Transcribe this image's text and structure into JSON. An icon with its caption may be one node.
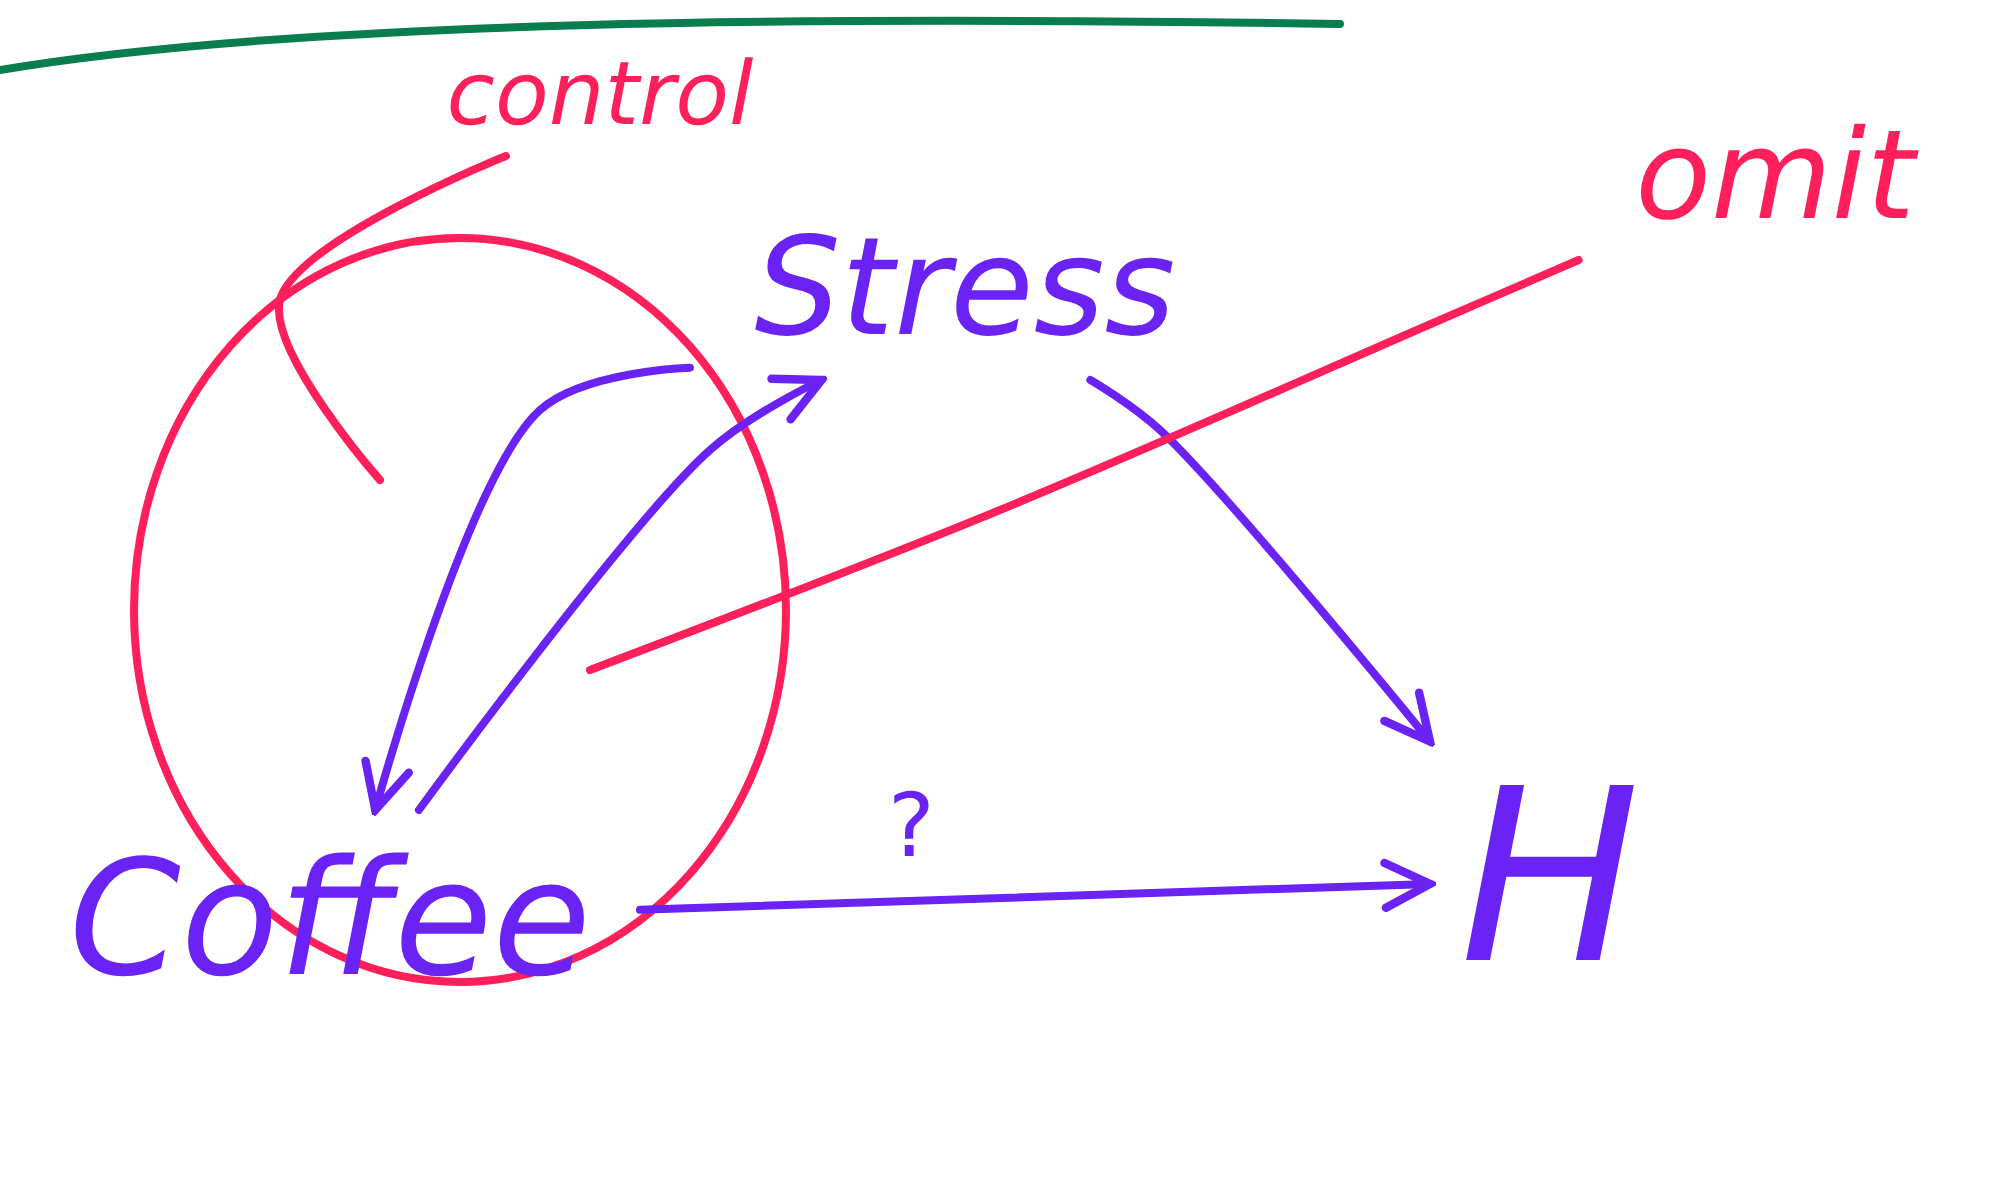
{
  "diagram": {
    "nodes": [
      {
        "text": [
          "control"
        ]
      },
      {
        "text": [
          "Stress"
        ]
      },
      {
        "text": [
          "omit"
        ]
      },
      {
        "text": [
          "Coffee"
        ]
      },
      {
        "text": [
          "H"
        ]
      }
    ],
    "edges": [
      {
        "from": 1,
        "to": 3,
        "arrow": "to"
      },
      {
        "from": 3,
        "to": 1,
        "arrow": "to"
      },
      {
        "from": 1,
        "to": 4,
        "arrow": "to"
      },
      {
        "from": 3,
        "to": 4,
        "arrow": "to",
        "label": "?"
      },
      {
        "from": 0,
        "to": null,
        "arrow": "none",
        "color": "#ff1f5a"
      },
      {
        "from": 2,
        "to": null,
        "arrow": "none",
        "color": "#ff1f5a"
      }
    ]
  }
}
